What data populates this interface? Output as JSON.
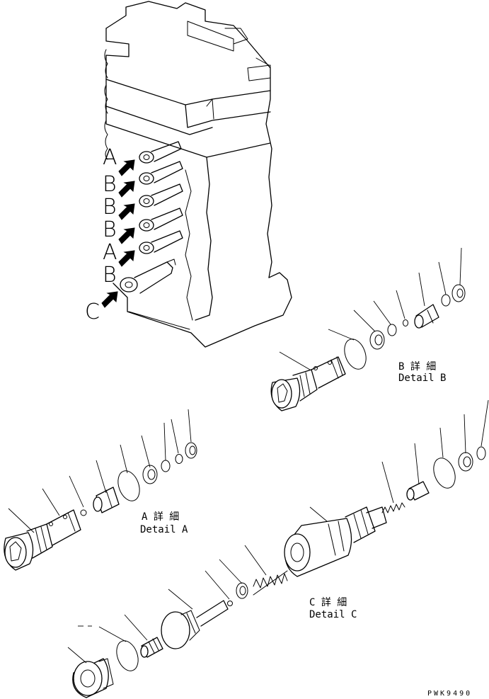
{
  "port_letters": [
    "A",
    "B",
    "B",
    "B",
    "A",
    "B",
    "C"
  ],
  "detail_b": {
    "jp": "B 詳 細",
    "en": "Detail B"
  },
  "detail_a": {
    "jp": "A 詳 細",
    "en": "Detail A"
  },
  "detail_c": {
    "jp": "C 詳 細",
    "en": "Detail C"
  },
  "drawing_code": "PWK9490"
}
